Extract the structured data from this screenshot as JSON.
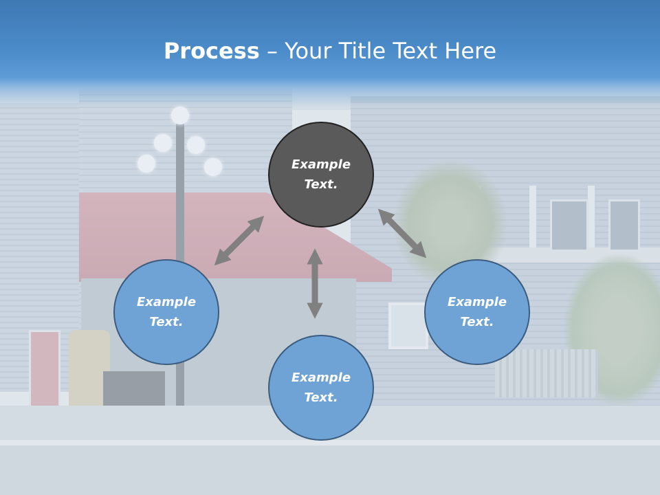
{
  "slide": {
    "title_bold": "Process",
    "title_rest": " – Your Title Text Here"
  },
  "diagram": {
    "center": {
      "label": "Example Text."
    },
    "left": {
      "label": "Example Text."
    },
    "bottom": {
      "label": "Example Text."
    },
    "right": {
      "label": "Example Text."
    }
  },
  "colors": {
    "header": "#4a8ac8",
    "center_node": "#5a5a5a",
    "outer_node": "#6fa3d6",
    "arrow": "#808080"
  }
}
